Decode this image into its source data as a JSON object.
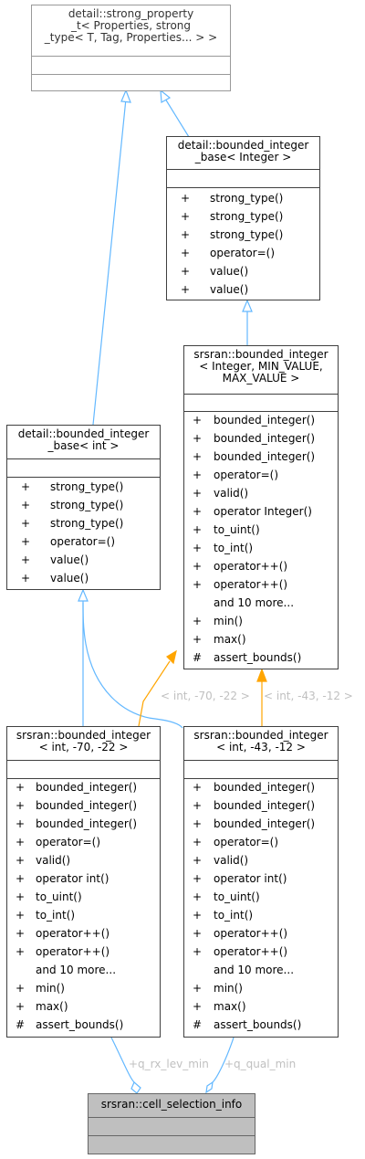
{
  "classes": {
    "strong_property": {
      "title": [
        "detail::strong_property",
        "_t< Properties, strong",
        "_type< T, Tag, Properties... > >"
      ],
      "members": []
    },
    "bounded_integer_base_Integer": {
      "title": [
        "detail::bounded_integer",
        "_base< Integer >"
      ],
      "members": [
        {
          "vis": "+",
          "name": "strong_type()"
        },
        {
          "vis": "+",
          "name": "strong_type()"
        },
        {
          "vis": "+",
          "name": "strong_type()"
        },
        {
          "vis": "+",
          "name": "operator=()"
        },
        {
          "vis": "+",
          "name": "value()"
        },
        {
          "vis": "+",
          "name": "value()"
        }
      ]
    },
    "bounded_integer_template": {
      "title": [
        "srsran::bounded_integer",
        "< Integer, MIN_VALUE,",
        "MAX_VALUE >"
      ],
      "members": [
        {
          "vis": "+",
          "name": "bounded_integer()"
        },
        {
          "vis": "+",
          "name": "bounded_integer()"
        },
        {
          "vis": "+",
          "name": "bounded_integer()"
        },
        {
          "vis": "+",
          "name": "operator=()"
        },
        {
          "vis": "+",
          "name": "valid()"
        },
        {
          "vis": "+",
          "name": "operator Integer()"
        },
        {
          "vis": "+",
          "name": "to_uint()"
        },
        {
          "vis": "+",
          "name": "to_int()"
        },
        {
          "vis": "+",
          "name": "operator++()"
        },
        {
          "vis": "+",
          "name": "operator++()"
        },
        {
          "vis": "",
          "name": "and 10 more..."
        },
        {
          "vis": "+",
          "name": "min()"
        },
        {
          "vis": "+",
          "name": "max()"
        },
        {
          "vis": "#",
          "name": "assert_bounds()"
        }
      ]
    },
    "bounded_integer_base_int": {
      "title": [
        "detail::bounded_integer",
        "_base< int  >"
      ],
      "members": [
        {
          "vis": "+",
          "name": "strong_type()"
        },
        {
          "vis": "+",
          "name": "strong_type()"
        },
        {
          "vis": "+",
          "name": "strong_type()"
        },
        {
          "vis": "+",
          "name": "operator=()"
        },
        {
          "vis": "+",
          "name": "value()"
        },
        {
          "vis": "+",
          "name": "value()"
        }
      ]
    },
    "bounded_integer_70_22": {
      "title": [
        "srsran::bounded_integer",
        "< int, -70, -22 >"
      ],
      "members": [
        {
          "vis": "+",
          "name": "bounded_integer()"
        },
        {
          "vis": "+",
          "name": "bounded_integer()"
        },
        {
          "vis": "+",
          "name": "bounded_integer()"
        },
        {
          "vis": "+",
          "name": "operator=()"
        },
        {
          "vis": "+",
          "name": "valid()"
        },
        {
          "vis": "+",
          "name": "operator int()"
        },
        {
          "vis": "+",
          "name": "to_uint()"
        },
        {
          "vis": "+",
          "name": "to_int()"
        },
        {
          "vis": "+",
          "name": "operator++()"
        },
        {
          "vis": "+",
          "name": "operator++()"
        },
        {
          "vis": "",
          "name": "and 10 more..."
        },
        {
          "vis": "+",
          "name": "min()"
        },
        {
          "vis": "+",
          "name": "max()"
        },
        {
          "vis": "#",
          "name": "assert_bounds()"
        }
      ]
    },
    "bounded_integer_43_12": {
      "title": [
        "srsran::bounded_integer",
        "< int, -43, -12 >"
      ],
      "members": [
        {
          "vis": "+",
          "name": "bounded_integer()"
        },
        {
          "vis": "+",
          "name": "bounded_integer()"
        },
        {
          "vis": "+",
          "name": "bounded_integer()"
        },
        {
          "vis": "+",
          "name": "operator=()"
        },
        {
          "vis": "+",
          "name": "valid()"
        },
        {
          "vis": "+",
          "name": "operator int()"
        },
        {
          "vis": "+",
          "name": "to_uint()"
        },
        {
          "vis": "+",
          "name": "to_int()"
        },
        {
          "vis": "+",
          "name": "operator++()"
        },
        {
          "vis": "+",
          "name": "operator++()"
        },
        {
          "vis": "",
          "name": "and 10 more..."
        },
        {
          "vis": "+",
          "name": "min()"
        },
        {
          "vis": "+",
          "name": "max()"
        },
        {
          "vis": "#",
          "name": "assert_bounds()"
        }
      ]
    },
    "cell_selection_info": {
      "title": [
        "srsran::cell_selection_info"
      ],
      "members": []
    }
  },
  "edge_labels": {
    "tmpl_70_22": "< int, -70, -22 >",
    "tmpl_43_12": "< int, -43, -12 >",
    "q_rx_lev_min": "+q_rx_lev_min",
    "q_qual_min": "+q_qual_min"
  },
  "colors": {
    "inheritance": "#63b8ff",
    "template": "#ffa500",
    "box_border": "#404040",
    "selected_fill": "#bfbfbf",
    "label": "#c0c0c0"
  }
}
